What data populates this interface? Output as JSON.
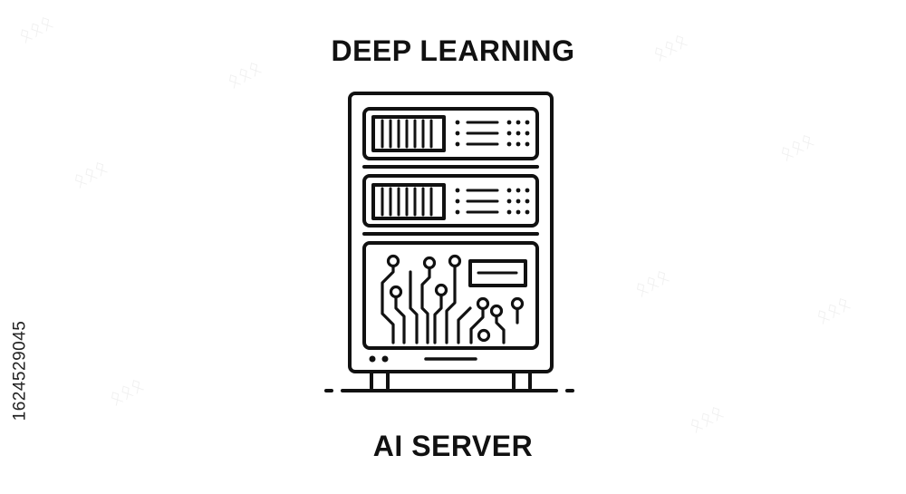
{
  "illustration": {
    "title": "DEEP LEARNING",
    "caption": "AI SERVER",
    "icon": "server-rack-circuit-icon",
    "stroke_color": "#111111",
    "background_color": "#ffffff"
  },
  "stock": {
    "image_id": "1624529045",
    "watermark_icon": "stock-watermark-logo"
  }
}
